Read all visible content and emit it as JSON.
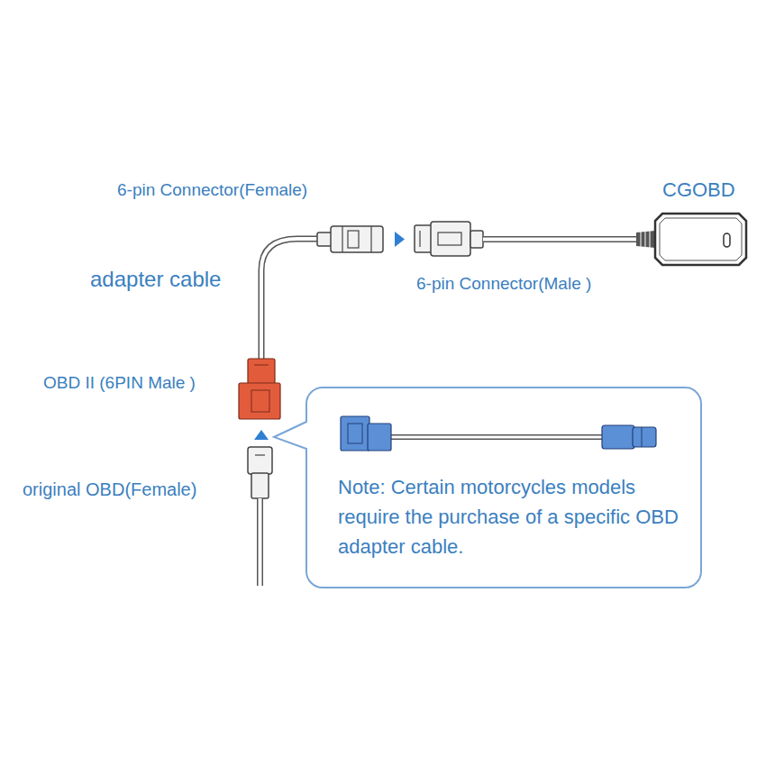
{
  "diagram": {
    "nodes": [
      {
        "text": [
          "Note: Certain motorcycles models require the purchase of a specific OBD adapter cable."
        ]
      }
    ],
    "labels": [
      "6-pin Connector(Female)",
      "CGOBD",
      "adapter cable",
      "6-pin Connector(Male )",
      "OBD II (6PIN Male )",
      "original OBD(Female)"
    ]
  }
}
